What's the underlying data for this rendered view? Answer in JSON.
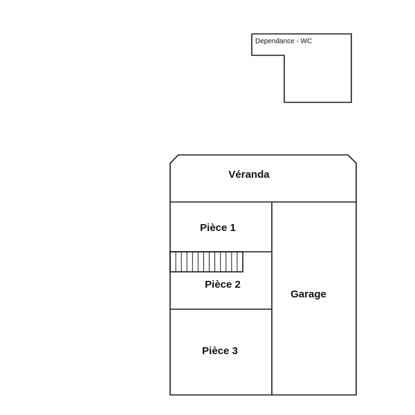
{
  "plan": {
    "annex_label": "Dependance - WC",
    "rooms": {
      "veranda": "Véranda",
      "piece1": "Pièce 1",
      "piece2": "Pièce 2",
      "piece3": "Pièce 3",
      "garage": "Garage"
    },
    "wall_color": "#1a1a1a",
    "background_color": "#ffffff"
  }
}
